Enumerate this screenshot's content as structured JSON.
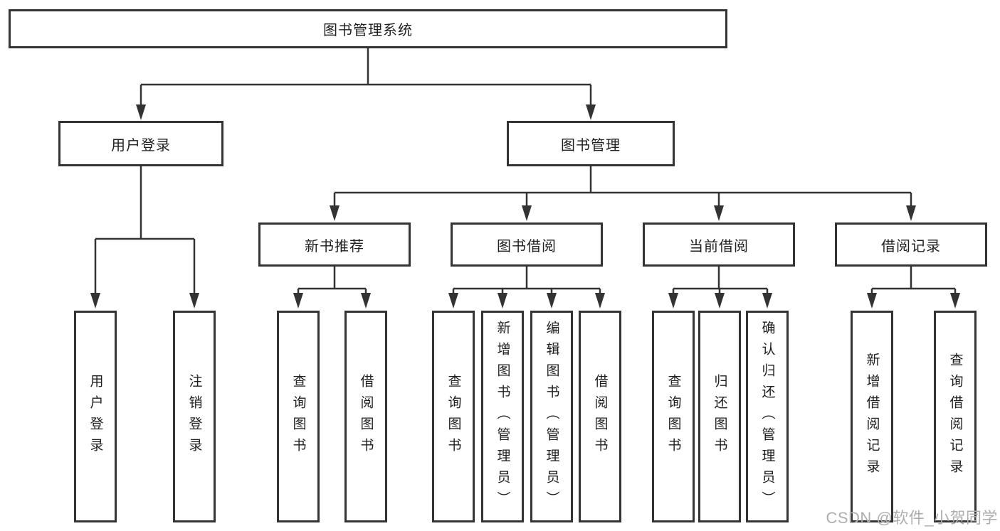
{
  "tree": {
    "label": "图书管理系统",
    "children": [
      {
        "label": "用户登录",
        "children": [
          {
            "label": "用户登录"
          },
          {
            "label": "注销登录"
          }
        ]
      },
      {
        "label": "图书管理",
        "children": [
          {
            "label": "新书推荐",
            "children": [
              {
                "label": "查询图书"
              },
              {
                "label": "借阅图书"
              }
            ]
          },
          {
            "label": "图书借阅",
            "children": [
              {
                "label": "查询图书"
              },
              {
                "label": "新增图书（管理员）"
              },
              {
                "label": "编辑图书（管理员）"
              },
              {
                "label": "借阅图书"
              }
            ]
          },
          {
            "label": "当前借阅",
            "children": [
              {
                "label": "查询图书"
              },
              {
                "label": "归还图书"
              },
              {
                "label": "确认归还（管理员）"
              }
            ]
          },
          {
            "label": "借阅记录",
            "children": [
              {
                "label": "新增借阅记录"
              },
              {
                "label": "查询借阅记录"
              }
            ]
          }
        ]
      }
    ]
  },
  "watermark": {
    "text": "CSDN @软件_小贺同学"
  },
  "colors": {
    "line": "#333333",
    "text": "#1f1f1f",
    "background": "#ffffff",
    "watermark": "#aeaeae"
  }
}
